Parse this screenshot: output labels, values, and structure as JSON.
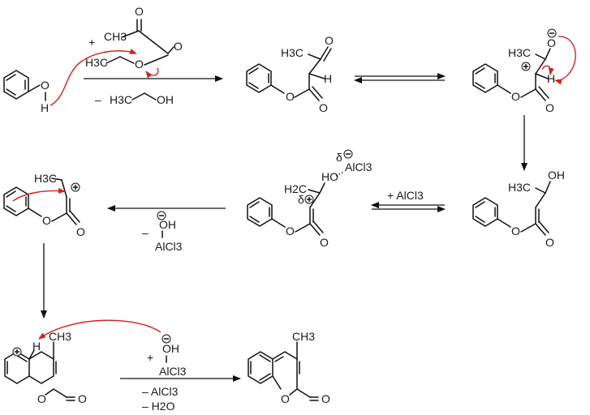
{
  "colors": {
    "bond": "#111111",
    "curly_arrow": "#d42020",
    "background": "#ffffff"
  },
  "step1": {
    "reagent_plus": "+",
    "ester_h3c": "H3C",
    "ester_ch3": "CH3",
    "ester_o1": "O",
    "ester_o2": "O",
    "ester_o3": "O",
    "phenol_o": "O",
    "phenol_h": "H",
    "byproduct_minus": "–",
    "byproduct_h3c": "H3C",
    "byproduct_oh": "OH"
  },
  "product1": {
    "h3c": "H3C",
    "o_keto": "O",
    "h": "H",
    "o_ester": "O",
    "o_carbonyl": "O"
  },
  "enolization_ts": {
    "h3c": "H3C",
    "o": "O",
    "h": "H",
    "o_ester": "O",
    "o_carbonyl": "O"
  },
  "enol": {
    "h3c": "H3C",
    "oh": "OH",
    "o_ester": "O",
    "o_carbonyl": "O"
  },
  "lewis_complex": {
    "reagent": "+ AlCl3",
    "h2c": "H2C",
    "delta_minus": "δ",
    "alcl3": "AlCl3",
    "ho": "HO",
    "delta_plus": "δ",
    "o_ester": "O",
    "o_carbonyl": "O"
  },
  "cation": {
    "h3c": "H3C",
    "o_ester": "O",
    "o_carbonyl": "O"
  },
  "cation_step": {
    "minus": "–",
    "oh": "OH",
    "alcl3": "AlCl3"
  },
  "arenium": {
    "ch3": "CH3",
    "h": "H",
    "o_ring": "O",
    "o_carbonyl": "O"
  },
  "final_step": {
    "plus": "+",
    "oh": "OH",
    "alcl3": "AlCl3",
    "minus_alcl3": "– AlCl3",
    "minus_h2o": "– H2O"
  },
  "coumarin": {
    "ch3": "CH3",
    "o_ring": "O",
    "o_carbonyl": "O"
  }
}
